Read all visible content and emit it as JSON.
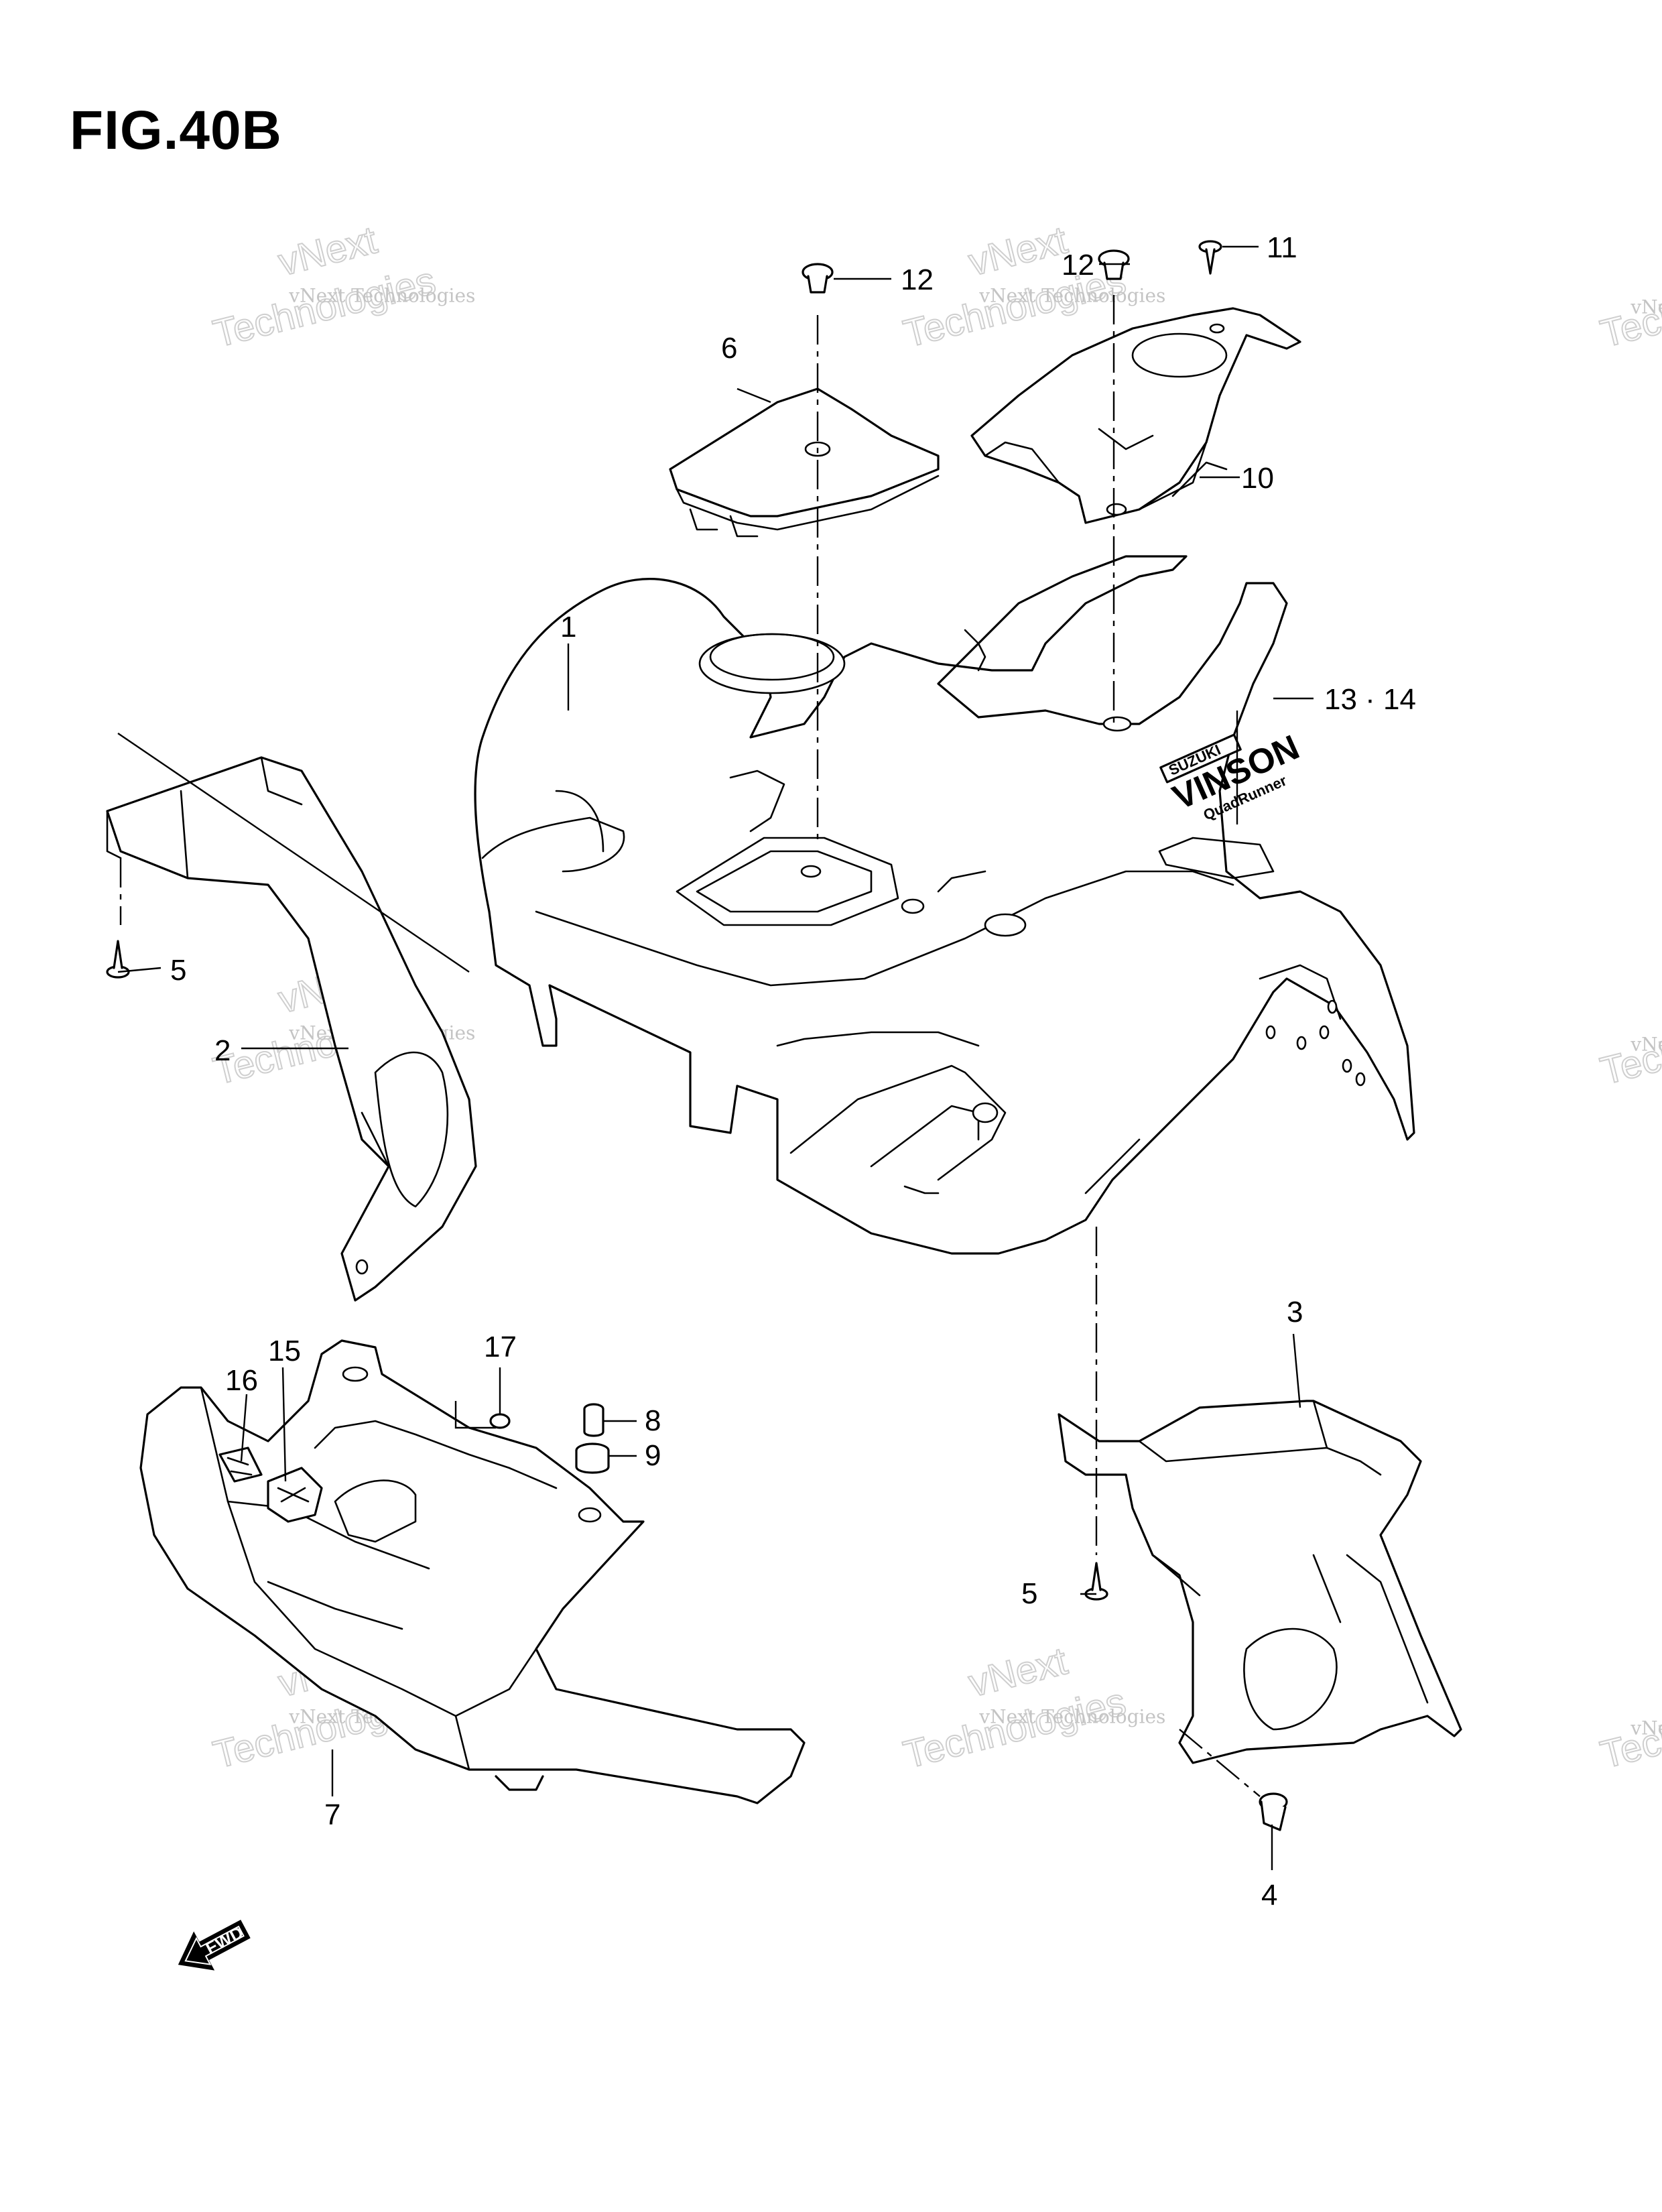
{
  "figure": {
    "title": "FIG.40B"
  },
  "decal": {
    "brand": "SUZUKI",
    "model": "VINSON",
    "sub": "QuadRunner"
  },
  "fwd": {
    "label": "FWD"
  },
  "watermark": {
    "line1": "vNext Technologies",
    "line2": "Technologies",
    "line3": "vNext"
  },
  "callouts": {
    "c1": "1",
    "c2": "2",
    "c3": "3",
    "c4": "4",
    "c5a": "5",
    "c5b": "5",
    "c6": "6",
    "c7": "7",
    "c8": "8",
    "c9": "9",
    "c10": "10",
    "c11": "11",
    "c12a": "12",
    "c12b": "12",
    "c13": "13 · 14",
    "c15": "15",
    "c16": "16",
    "c17": "17"
  }
}
